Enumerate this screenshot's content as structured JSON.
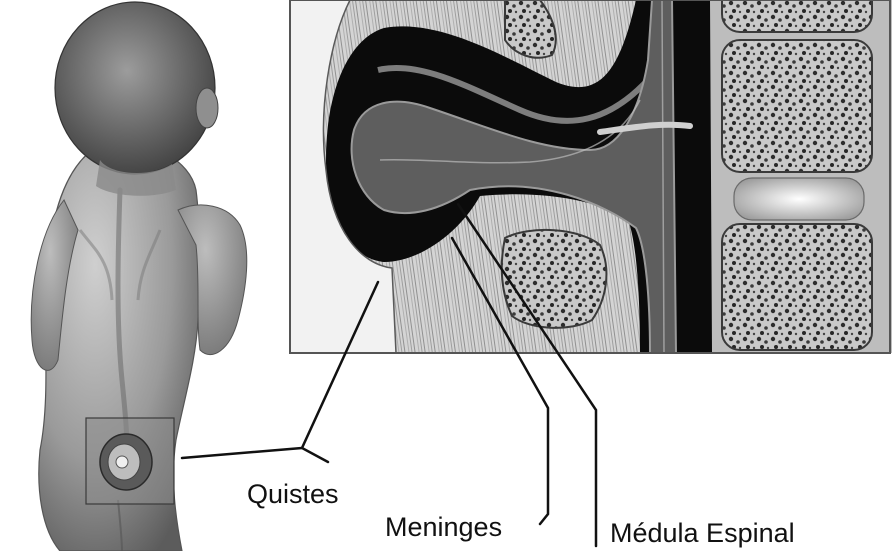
{
  "labels": {
    "quistes": "Quistes",
    "meninges": "Meninges",
    "medula_espinal": "Médula Espinal"
  },
  "colors": {
    "background": "#ffffff",
    "skin_light": "#b8b8b8",
    "skin_dark": "#6e6e6e",
    "bone_light": "#d9d9d9",
    "bone_dark": "#2a2a2a",
    "canal": "#0a0a0a",
    "leader_line": "#111111"
  }
}
